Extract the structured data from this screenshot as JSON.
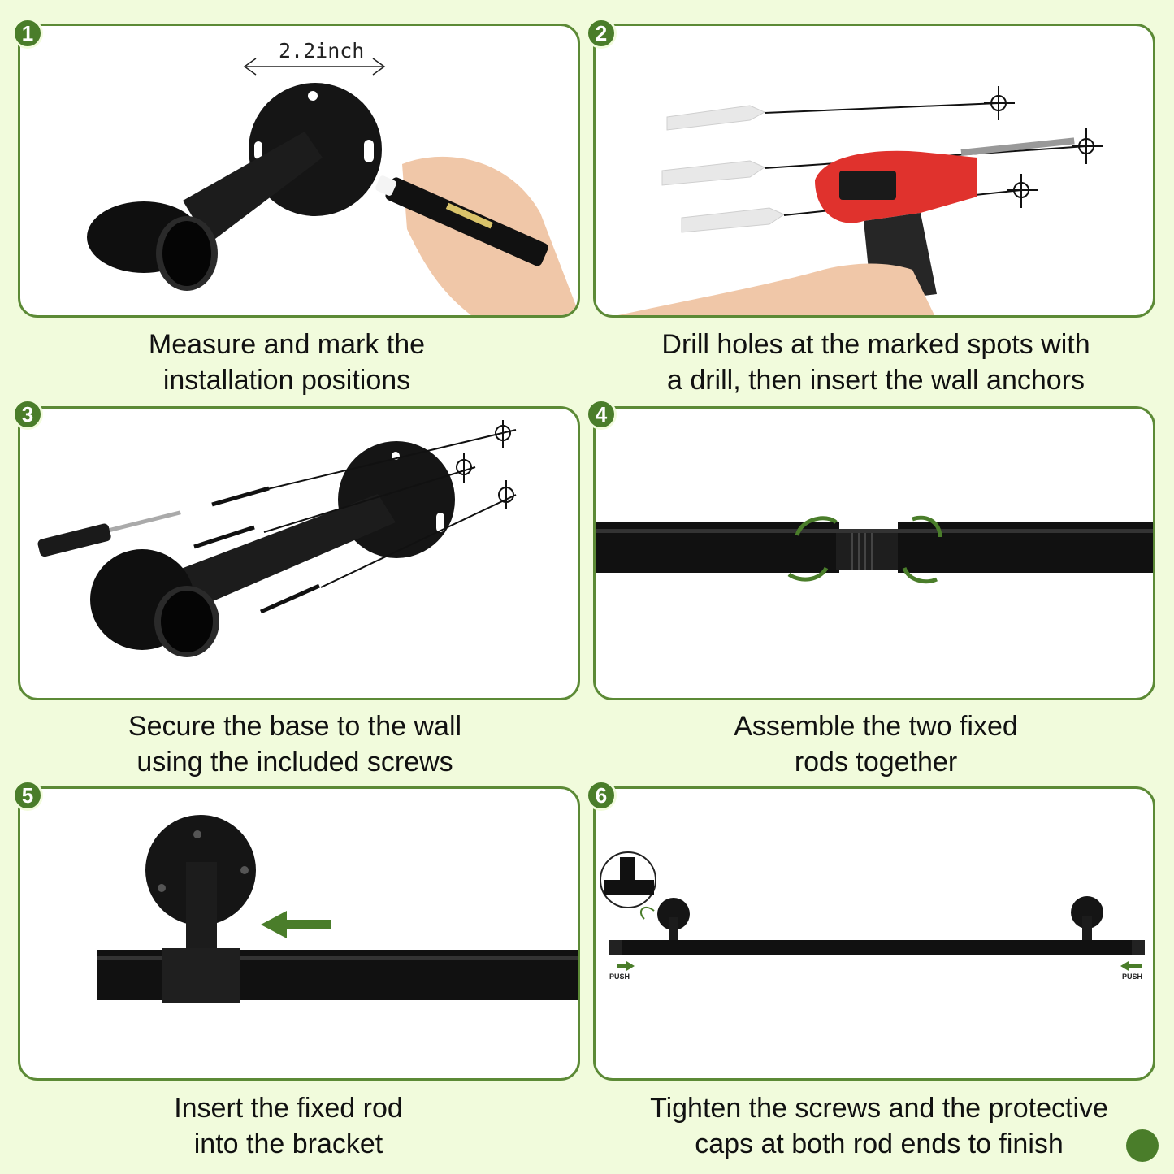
{
  "steps": [
    {
      "number": "1",
      "caption_line1": "Measure and mark the",
      "caption_line2": "installation positions",
      "dimension_label": "2.2inch"
    },
    {
      "number": "2",
      "caption_line1": "Drill holes at the marked spots with",
      "caption_line2": "a drill, then insert the wall anchors"
    },
    {
      "number": "3",
      "caption_line1": "Secure the base to the wall",
      "caption_line2": "using the included screws"
    },
    {
      "number": "4",
      "caption_line1": "Assemble the two fixed",
      "caption_line2": "rods together"
    },
    {
      "number": "5",
      "caption_line1": "Insert the fixed rod",
      "caption_line2": "into the bracket"
    },
    {
      "number": "6",
      "caption_line1": "Tighten the screws and the protective",
      "caption_line2": "caps at both rod ends to finish",
      "push_left": "PUSH",
      "push_right": "PUSH"
    }
  ],
  "colors": {
    "background": "#f1fbdc",
    "accent_green": "#4a7d2a",
    "panel_border": "#5c8a36",
    "hardware": "#111111",
    "drill_red": "#e0322d"
  }
}
